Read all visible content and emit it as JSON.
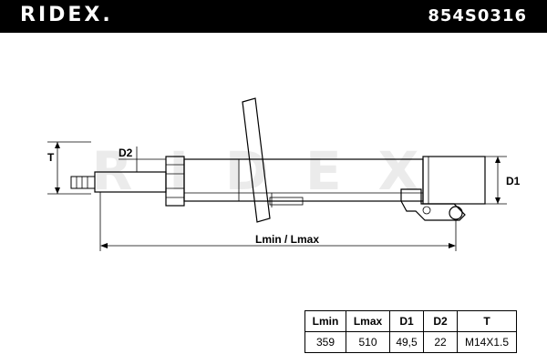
{
  "brand": {
    "logo_text": "RIDEX.",
    "part_number": "854S0316"
  },
  "drawing": {
    "watermark": "RIDEX",
    "labels": {
      "t": "T",
      "d2": "D2",
      "d1": "D1",
      "length": "Lmin / Lmax"
    }
  },
  "specs": {
    "headers": [
      "Lmin",
      "Lmax",
      "D1",
      "D2",
      "T"
    ],
    "values": [
      "359",
      "510",
      "49,5",
      "22",
      "M14X1.5"
    ]
  },
  "colors": {
    "header_bg": "#000000",
    "line": "#000000",
    "watermark": "#e8e8e8"
  }
}
